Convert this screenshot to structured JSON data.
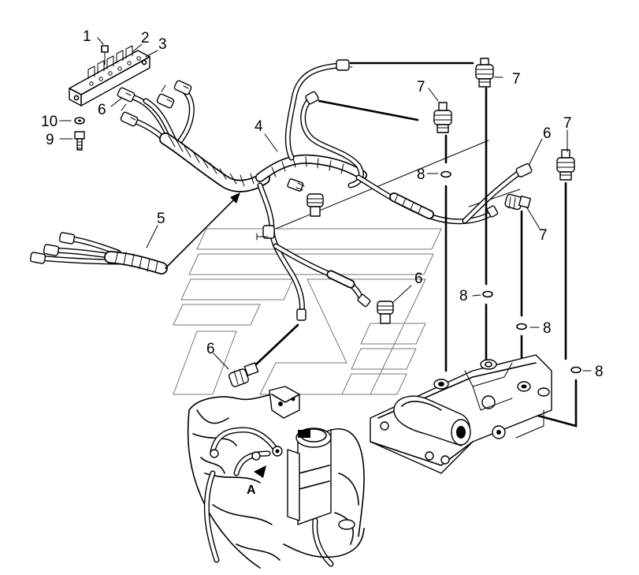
{
  "callouts": [
    {
      "id": "1",
      "text": "1"
    },
    {
      "id": "2",
      "text": "2"
    },
    {
      "id": "3",
      "text": "3"
    },
    {
      "id": "4",
      "text": "4"
    },
    {
      "id": "5",
      "text": "5"
    },
    {
      "id": "6a",
      "text": "6"
    },
    {
      "id": "6b",
      "text": "6"
    },
    {
      "id": "6c",
      "text": "6"
    },
    {
      "id": "6d",
      "text": "6"
    },
    {
      "id": "7a",
      "text": "7"
    },
    {
      "id": "7b",
      "text": "7"
    },
    {
      "id": "7c",
      "text": "7"
    },
    {
      "id": "7d",
      "text": "7"
    },
    {
      "id": "8a",
      "text": "8"
    },
    {
      "id": "8b",
      "text": "8"
    },
    {
      "id": "8c",
      "text": "8"
    },
    {
      "id": "8d",
      "text": "8"
    },
    {
      "id": "9",
      "text": "9"
    },
    {
      "id": "10",
      "text": "10"
    }
  ],
  "detail_marker": {
    "text": "A"
  }
}
